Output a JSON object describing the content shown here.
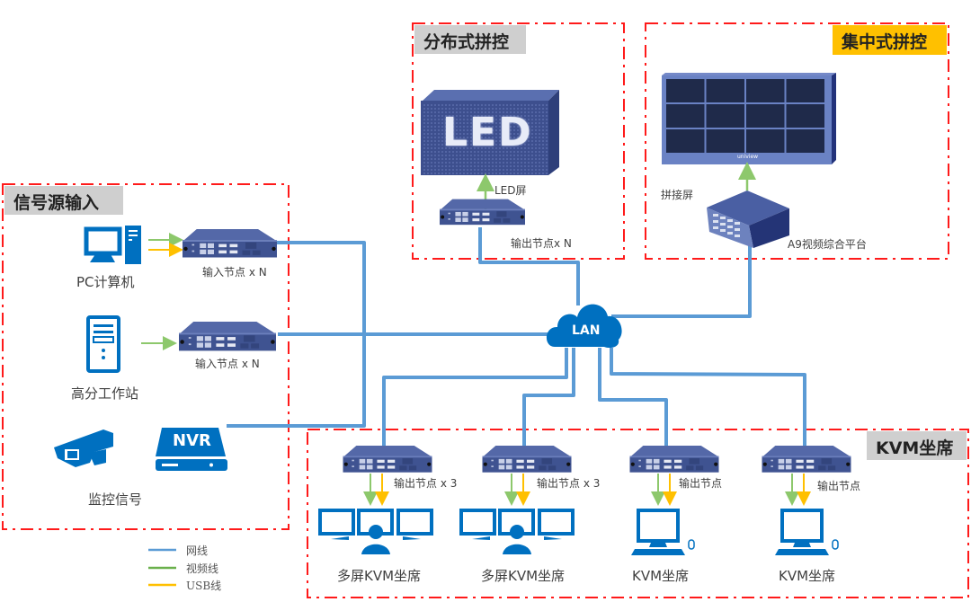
{
  "colors": {
    "network": "#5b9bd5",
    "video": "#8dc86c",
    "usb": "#ffc000",
    "frame": "#ff0000",
    "device": "#44599a",
    "icon_blue": "#0070c0",
    "tag_gray": "#cfcfcf",
    "tag_yellow": "#ffc000"
  },
  "groups": {
    "signal_input": {
      "title": "信号源输入"
    },
    "distributed": {
      "title": "分布式拼控"
    },
    "centralized": {
      "title": "集中式拼控"
    },
    "kvm": {
      "title": "KVM坐席"
    }
  },
  "signal_input": {
    "pc_label": "PC计算机",
    "workstation_label": "高分工作站",
    "surveillance_label": "监控信号",
    "nvr_text": "NVR",
    "input_node_1_label": "输入节点 x N",
    "input_node_2_label": "输入节点 x N"
  },
  "distributed": {
    "led_text": "LED",
    "led_screen_label": "LED屏",
    "output_node_label": "输出节点x N"
  },
  "centralized": {
    "splice_screen_label": "拼接屏",
    "platform_label": "A9视频综合平台",
    "brand_text": "uniview"
  },
  "network": {
    "cloud_label": "LAN"
  },
  "kvm": {
    "seats": [
      {
        "node_label": "输出节点 x 3",
        "seat_label": "多屏KVM坐席",
        "type": "multi"
      },
      {
        "node_label": "输出节点 x 3",
        "seat_label": "多屏KVM坐席",
        "type": "multi"
      },
      {
        "node_label": "输出节点",
        "seat_label": "KVM坐席",
        "type": "single"
      },
      {
        "node_label": "输出节点",
        "seat_label": "KVM坐席",
        "type": "single"
      }
    ]
  },
  "legend": {
    "items": [
      {
        "label": "网线",
        "kind": "network"
      },
      {
        "label": "视频线",
        "kind": "video"
      },
      {
        "label": "USB线",
        "kind": "usb"
      }
    ]
  }
}
